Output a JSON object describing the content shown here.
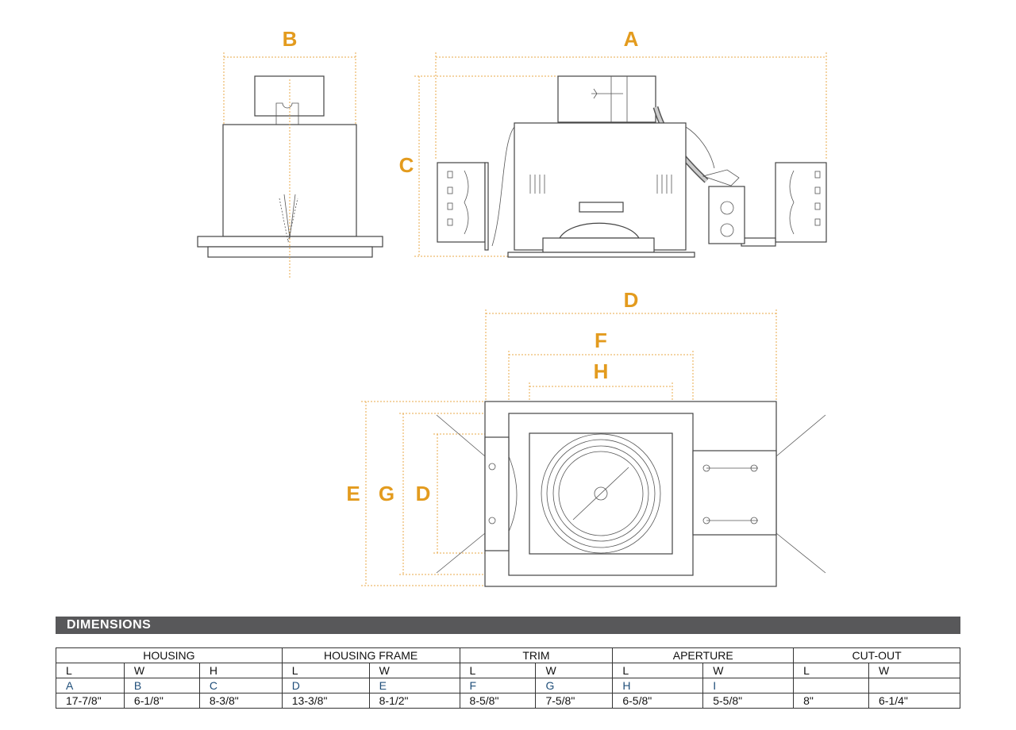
{
  "labels": {
    "A": "A",
    "B": "B",
    "C": "C",
    "D_top": "D",
    "F": "F",
    "H": "H",
    "E": "E",
    "G": "G",
    "D_side": "D"
  },
  "colors": {
    "dim_label": "#e39b1e",
    "dim_line": "#e8a94a",
    "banner_bg": "#58585a",
    "letter_text": "#1f4e79"
  },
  "banner": {
    "title": "DIMENSIONS"
  },
  "table": {
    "groups": [
      "HOUSING",
      "HOUSING FRAME",
      "TRIM",
      "APERTURE",
      "CUT-OUT"
    ],
    "sub_headers": [
      "L",
      "W",
      "H",
      "L",
      "W",
      "L",
      "W",
      "L",
      "W",
      "L",
      "W"
    ],
    "letters": [
      "A",
      "B",
      "C",
      "D",
      "E",
      "F",
      "G",
      "H",
      "I",
      "",
      ""
    ],
    "values": [
      "17-7/8\"",
      "6-1/8\"",
      "8-3/8\"",
      "13-3/8\"",
      "8-1/2\"",
      "8-5/8\"",
      "7-5/8\"",
      "6-5/8\"",
      "5-5/8\"",
      "8\"",
      "6-1/4\""
    ]
  }
}
